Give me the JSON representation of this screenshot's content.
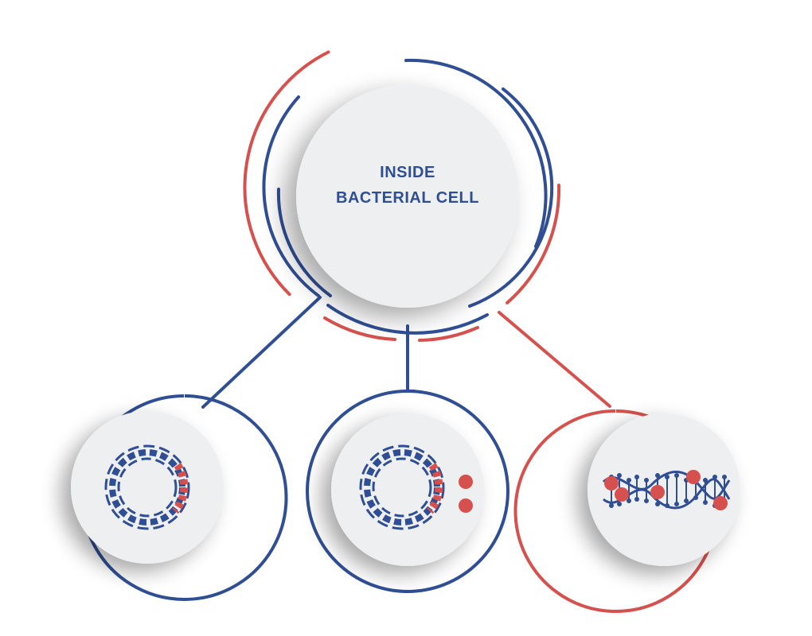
{
  "main_node": {
    "title_line1": "INSIDE",
    "title_line2": "BACTERIAL CELL"
  },
  "child_nodes": [
    {
      "id": "circular-dna-with-insert",
      "icon": "circular-dna-icon",
      "ring_color": "navy"
    },
    {
      "id": "circular-dna-with-particles",
      "icon": "circular-dna-particles-icon",
      "ring_color": "navy"
    },
    {
      "id": "linear-dna-with-particles",
      "icon": "linear-dna-particles-icon",
      "ring_color": "red"
    }
  ],
  "colors": {
    "navy": "#2f4e94",
    "red": "#d6514d",
    "disc": "#eeeff0",
    "title": "#2f4e94"
  }
}
